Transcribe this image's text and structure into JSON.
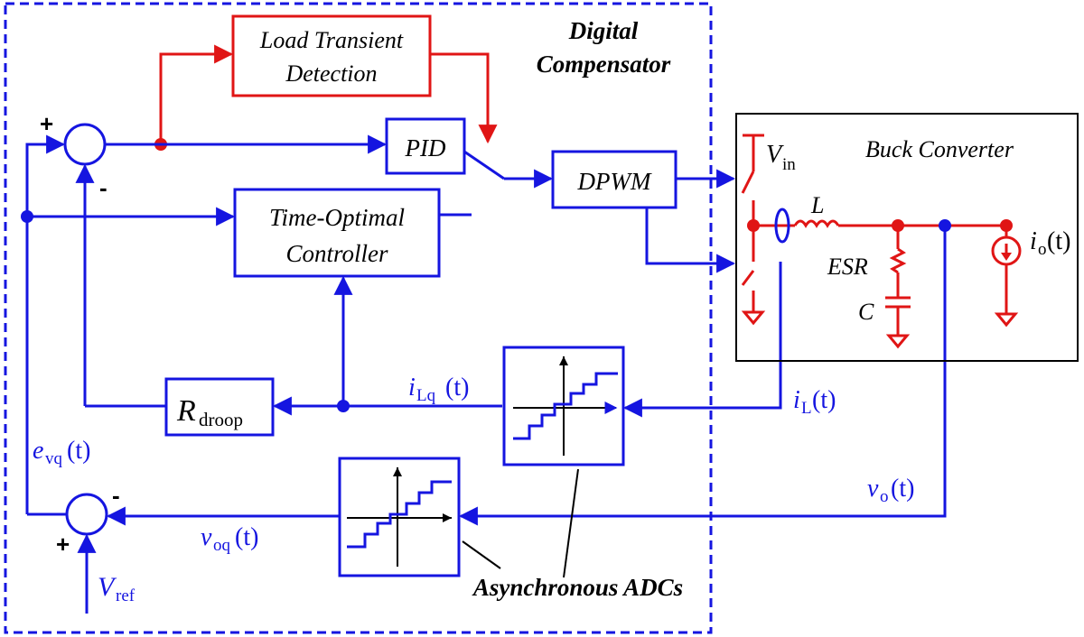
{
  "colors": {
    "control": "#1515e0",
    "detect": "#e01515",
    "frame": "#000000"
  },
  "labels": {
    "digital_title_1": "Digital",
    "digital_title_2": "Compensator",
    "ltd_line1": "Load Transient",
    "ltd_line2": "Detection",
    "pid": "PID",
    "dpwm": "DPWM",
    "toc_line1": "Time-Optimal",
    "toc_line2": "Controller",
    "rdroop_main": "R",
    "rdroop_sub": "droop",
    "buck_title": "Buck Converter",
    "vin_main": "V",
    "vin_sub": "in",
    "inductor": "L",
    "esr": "ESR",
    "cap": "C",
    "io_main": "i",
    "io_sub": "o",
    "io_arg": "(t)",
    "iLq_main": "i",
    "iLq_sub": "Lq",
    "iLq_arg": "(t)",
    "iL_main": "i",
    "iL_sub": "L",
    "iL_arg": "(t)",
    "evq_main": "e",
    "evq_sub": "vq",
    "evq_arg": "(t)",
    "voq_main": "v",
    "voq_sub": "oq",
    "voq_arg": "(t)",
    "vo_main": "v",
    "vo_sub": "o",
    "vo_arg": "(t)",
    "vref_main": "V",
    "vref_sub": "ref",
    "async_adcs": "Asynchronous ADCs",
    "plus_top": "+",
    "minus_top": "-",
    "minus_bottom": "-",
    "plus_bottom": "+"
  }
}
